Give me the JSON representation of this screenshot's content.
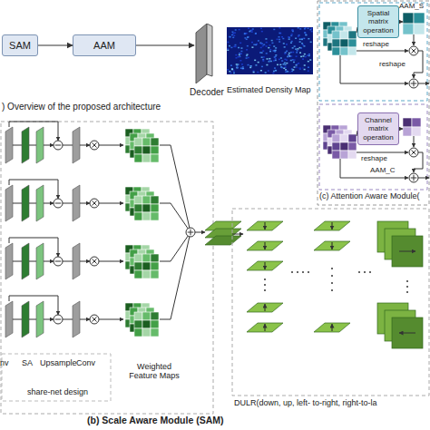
{
  "diagram": {
    "nodes": [
      {
        "text": [
          "SAM"
        ]
      },
      {
        "text": [
          "AAM"
        ]
      },
      {
        "text": [
          "Decoder"
        ]
      },
      {
        "text": [
          "Spatial matrix operation"
        ]
      },
      {
        "text": [
          "Channel matrix operation"
        ]
      }
    ],
    "edges": [
      {
        "from": 0,
        "to": 1,
        "arrow": "to"
      },
      {
        "from": 1,
        "to": 2,
        "arrow": "to"
      }
    ],
    "labels": [
      ") Overview of the proposed architecture",
      "Estimated Density Map",
      "AAM_S",
      "reshape",
      "reshape",
      "AAM_C",
      "reshape",
      "(c) Attention Aware Module(",
      "nv",
      "SA",
      "Upsample",
      "Conv",
      "share-net design",
      "Weighted Feature Maps",
      "(b) Scale Aware Module (SAM)",
      "DULR(down, up, left- to-right, right-to-la"
    ]
  }
}
